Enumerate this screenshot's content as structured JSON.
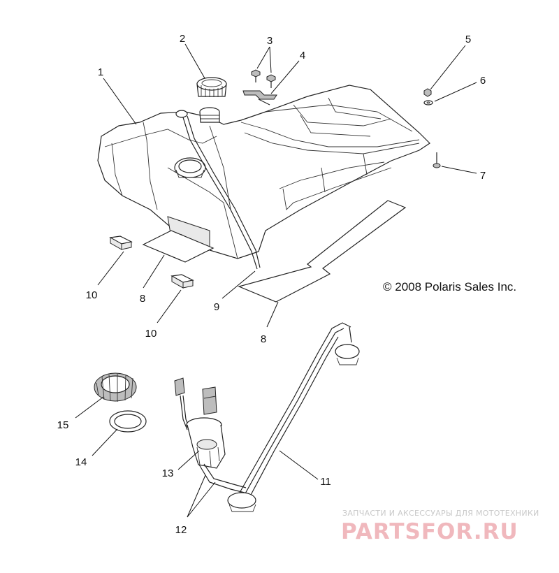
{
  "diagram": {
    "copyright": "© 2008 Polaris Sales Inc.",
    "callouts": {
      "c1": "1",
      "c2": "2",
      "c3": "3",
      "c4": "4",
      "c5": "5",
      "c6": "6",
      "c7": "7",
      "c8a": "8",
      "c8b": "8",
      "c9": "9",
      "c10a": "10",
      "c10b": "10",
      "c11": "11",
      "c12": "12",
      "c13": "13",
      "c14": "14",
      "c15": "15"
    }
  },
  "watermark": {
    "subtitle": "ЗАПЧАСТИ И АКСЕССУАРЫ ДЛЯ МОТОТЕХНИКИ",
    "site": "PARTSFOR.RU",
    "color": "#f0b8bd"
  }
}
